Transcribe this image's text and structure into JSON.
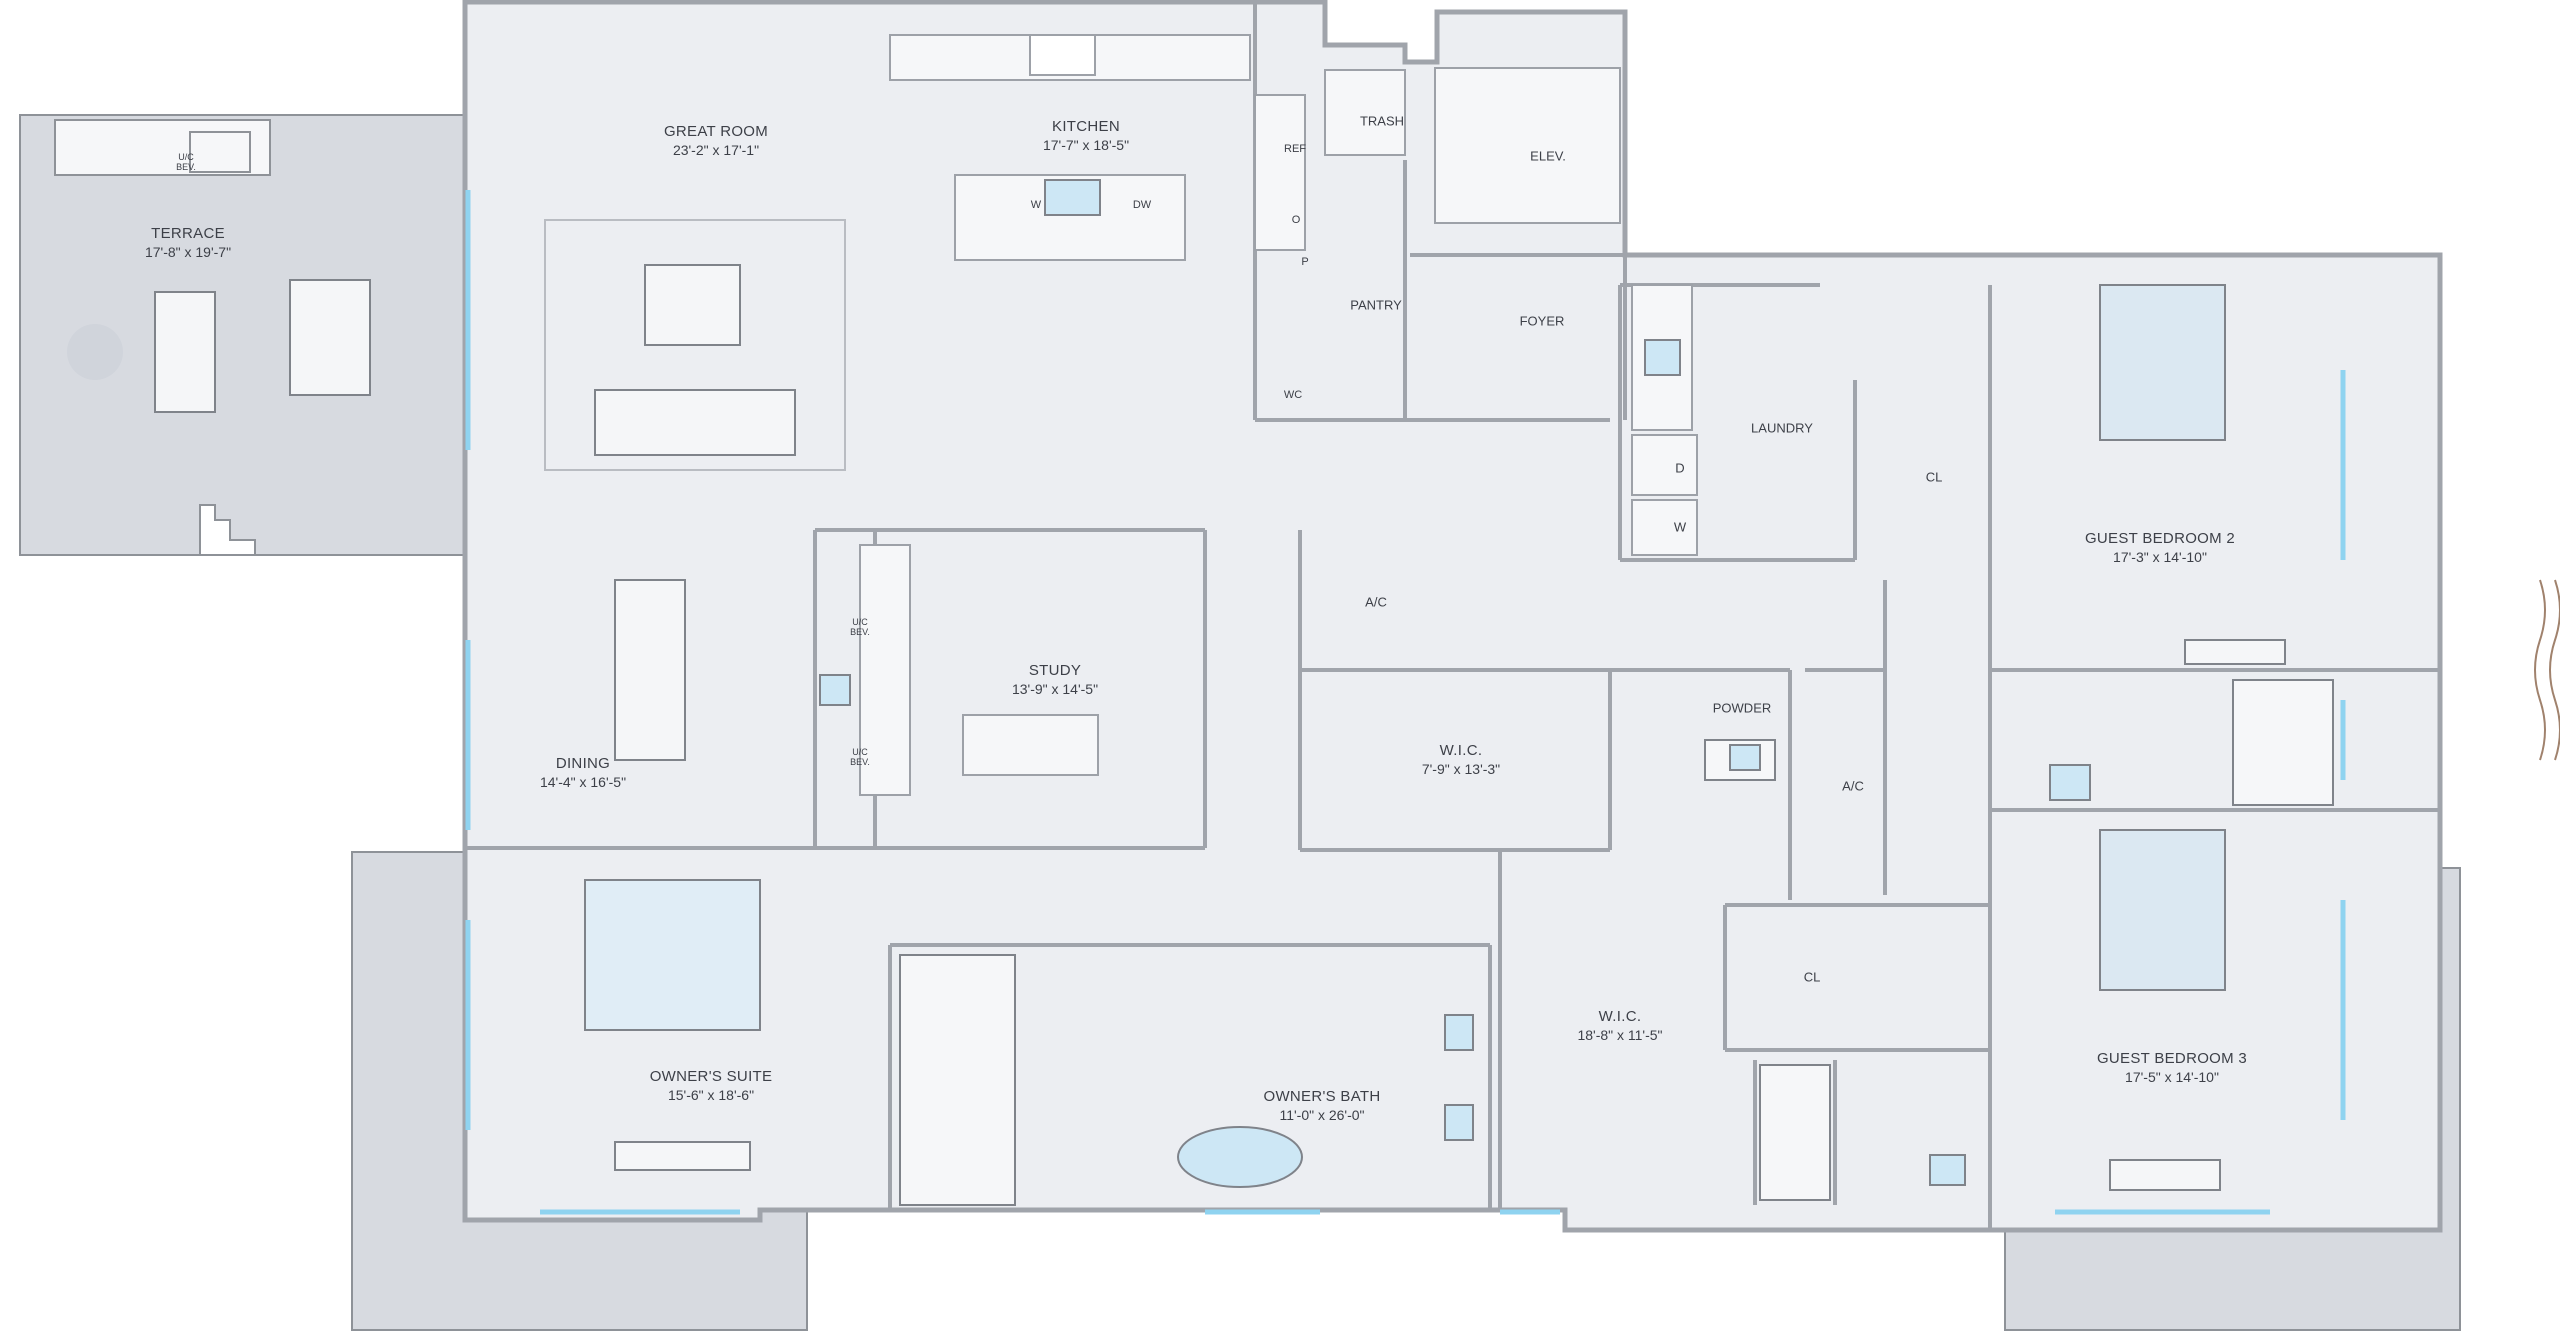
{
  "colors": {
    "floor": "#eceef2",
    "outdoor": "#d6d9df",
    "wall": "#9da1a8",
    "window": "#8fd3f0",
    "fixture": "#cde7f5"
  },
  "rooms": {
    "terrace": {
      "name": "TERRACE",
      "dims": "17'-8\" x 19'-7\""
    },
    "great": {
      "name": "GREAT ROOM",
      "dims": "23'-2\" x 17'-1\""
    },
    "kitchen": {
      "name": "KITCHEN",
      "dims": "17'-7\" x 18'-5\""
    },
    "dining": {
      "name": "DINING",
      "dims": "14'-4\" x 16'-5\""
    },
    "study": {
      "name": "STUDY",
      "dims": "13'-9\" x 14'-5\""
    },
    "wic1": {
      "name": "W.I.C.",
      "dims": "7'-9\" x 13'-3\""
    },
    "wic2": {
      "name": "W.I.C.",
      "dims": "18'-8\" x 11'-5\""
    },
    "owner": {
      "name": "OWNER'S SUITE",
      "dims": "15'-6\" x 18'-6\""
    },
    "ownerbath": {
      "name": "OWNER'S BATH",
      "dims": "11'-0\" x 26'-0\""
    },
    "guest2": {
      "name": "GUEST BEDROOM 2",
      "dims": "17'-3\" x 14'-10\""
    },
    "guest3": {
      "name": "GUEST BEDROOM 3",
      "dims": "17'-5\" x 14'-10\""
    }
  },
  "small_labels": {
    "trash": "TRASH",
    "elev": "ELEV.",
    "pantry": "PANTRY",
    "foyer": "FOYER",
    "laundry": "LAUNDRY",
    "cl1": "CL",
    "cl2": "CL",
    "ac1": "A/C",
    "ac2": "A/C",
    "powder": "POWDER",
    "ref": "REF",
    "o": "O",
    "p": "P",
    "wc": "WC",
    "w": "W",
    "dw": "DW",
    "d": "D",
    "w2": "W"
  },
  "tiny_labels": {
    "ucbev1": "U/C BEV.",
    "ucbev2": "U/C BEV.",
    "ucbev3": "U/C BEV."
  }
}
